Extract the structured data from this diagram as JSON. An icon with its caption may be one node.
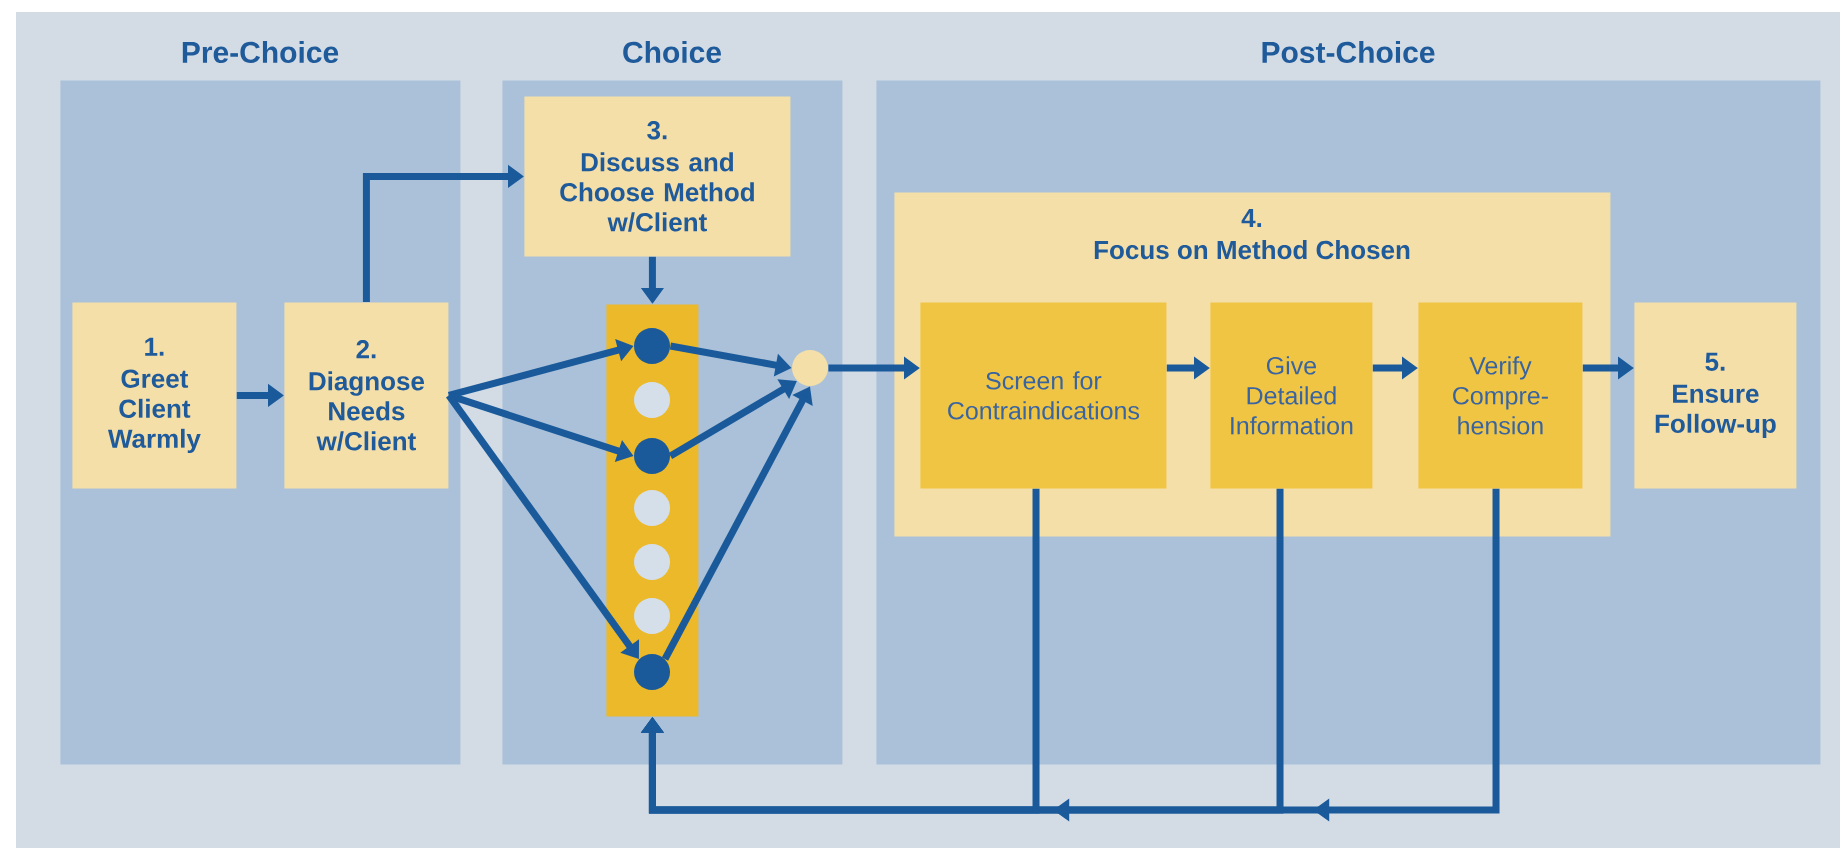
{
  "diagram": {
    "nodes": [
      {
        "text": [
          "Pre-Choice"
        ]
      },
      {
        "text": [
          "Choice"
        ]
      },
      {
        "text": [
          "Post-Choice"
        ]
      },
      {
        "text": [
          "1.",
          "Greet Client Warmly"
        ],
        "in": 0
      },
      {
        "text": [
          "2.",
          "Diagnose Needs w/Client"
        ],
        "in": 0
      },
      {
        "text": [
          "3.",
          "Discuss and Choose Method w/Client"
        ],
        "in": 1
      },
      {
        "text": [],
        "shape": "bar",
        "in": 1
      },
      {
        "text": [],
        "shape": "circle",
        "in": 6
      },
      {
        "text": [],
        "shape": "circle",
        "in": 6
      },
      {
        "text": [],
        "shape": "circle",
        "in": 6
      },
      {
        "text": [],
        "shape": "circle",
        "in": 6
      },
      {
        "text": [],
        "shape": "circle",
        "in": 6
      },
      {
        "text": [],
        "shape": "circle",
        "in": 6
      },
      {
        "text": [],
        "shape": "circle",
        "in": 6
      },
      {
        "text": [],
        "shape": "circle",
        "in": 1
      },
      {
        "text": [
          "4.",
          "Focus on Method Chosen"
        ],
        "in": 2
      },
      {
        "text": [
          "Screen for Contraindications"
        ],
        "in": 15
      },
      {
        "text": [
          "Give Detailed Information"
        ],
        "in": 15
      },
      {
        "text": [
          "Verify Compre- hension"
        ],
        "in": 15
      },
      {
        "text": [
          "5.",
          "Ensure Follow-up"
        ],
        "in": 2
      }
    ],
    "edges": [
      {
        "from": 3,
        "to": 4,
        "arrow": "to"
      },
      {
        "from": 4,
        "to": 5,
        "arrow": "to"
      },
      {
        "from": 4,
        "to": 7,
        "arrow": "to"
      },
      {
        "from": 4,
        "to": 9,
        "arrow": "to"
      },
      {
        "from": 4,
        "to": 13,
        "arrow": "to"
      },
      {
        "from": 5,
        "to": 6,
        "arrow": "to"
      },
      {
        "from": 7,
        "to": 14,
        "arrow": "to"
      },
      {
        "from": 9,
        "to": 14,
        "arrow": "to"
      },
      {
        "from": 13,
        "to": 14,
        "arrow": "to"
      },
      {
        "from": 14,
        "to": 16,
        "arrow": "to"
      },
      {
        "from": 16,
        "to": 17,
        "arrow": "to"
      },
      {
        "from": 17,
        "to": 18,
        "arrow": "to"
      },
      {
        "from": 18,
        "to": 19,
        "arrow": "to"
      },
      {
        "from": 16,
        "to": 6,
        "arrow": "to"
      },
      {
        "from": 17,
        "to": 6,
        "arrow": "to"
      },
      {
        "from": 18,
        "to": 6,
        "arrow": "to"
      }
    ]
  }
}
